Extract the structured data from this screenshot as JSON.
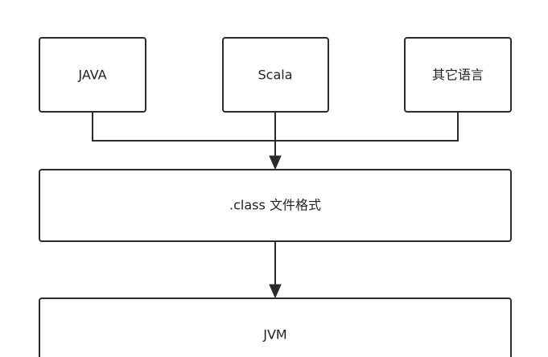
{
  "diagram": {
    "sources": [
      {
        "label": "JAVA"
      },
      {
        "label": "Scala"
      },
      {
        "label": "其它语言"
      }
    ],
    "format_box": {
      "label": ".class 文件格式"
    },
    "runtime_box": {
      "label": "JVM"
    }
  }
}
